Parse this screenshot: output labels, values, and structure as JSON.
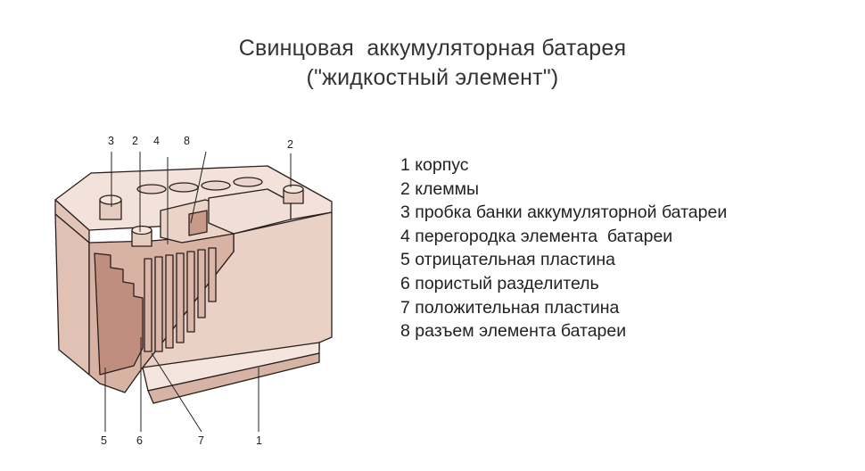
{
  "title": {
    "line1": "Свинцовая  аккумуляторная батарея",
    "line2": "(\"жидкостный элемент\")"
  },
  "legend": [
    "1 корпус",
    "2 клеммы",
    "3 пробка банки аккумуляторной батареи",
    "4 перегородка элемента  батареи",
    "5 отрицательная пластина",
    "6 пористый разделитель",
    "7 положительная пластина",
    "8 разъем элемента батареи"
  ],
  "callouts": {
    "c3": "3",
    "c2a": "2",
    "c4": "4",
    "c8": "8",
    "c2b": "2",
    "c5": "5",
    "c6": "6",
    "c7": "7",
    "c1": "1"
  },
  "colors": {
    "case_light": "#efdcd4",
    "case_mid": "#e0bfb2",
    "case_dark": "#c89a8a",
    "case_deep": "#b07e6f",
    "outline": "#2a1f1d"
  }
}
